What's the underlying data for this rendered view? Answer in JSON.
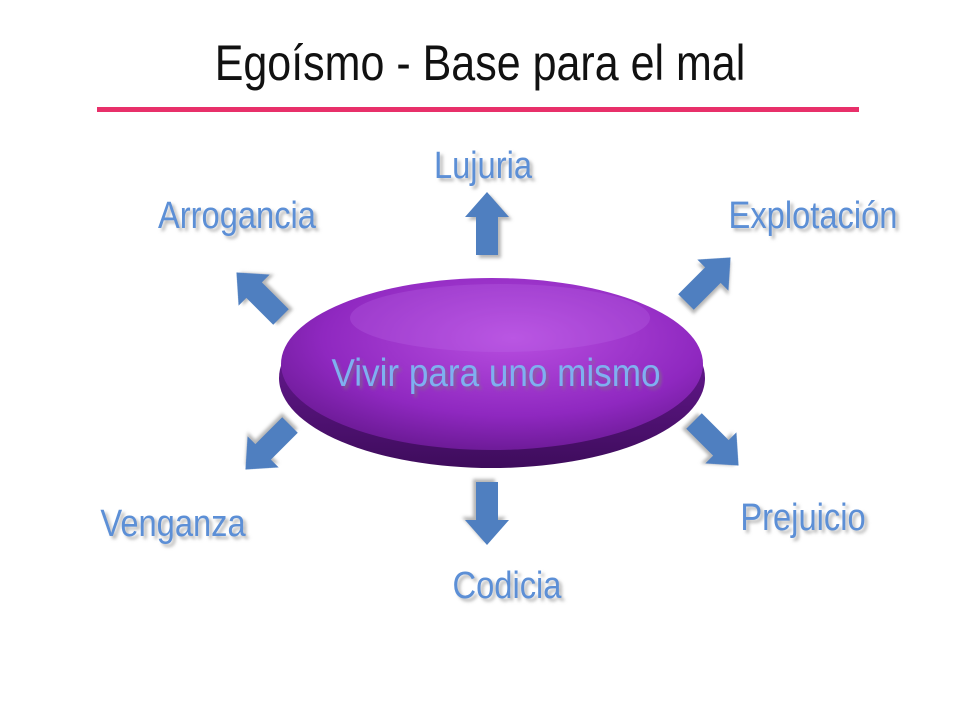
{
  "title": "Egoísmo - Base para el mal",
  "center": "Vivir para uno mismo",
  "items": [
    {
      "label": "Lujuria"
    },
    {
      "label": "Explotación"
    },
    {
      "label": "Prejuicio"
    },
    {
      "label": "Codicia"
    },
    {
      "label": "Venganza"
    },
    {
      "label": "Arrogancia"
    }
  ],
  "colors": {
    "title_rule": "#e8306a",
    "arrow": "#4f7fc0",
    "label": "#5b8fd6",
    "ellipse": "#8a24b8",
    "center_text": "#7fb0f0"
  }
}
